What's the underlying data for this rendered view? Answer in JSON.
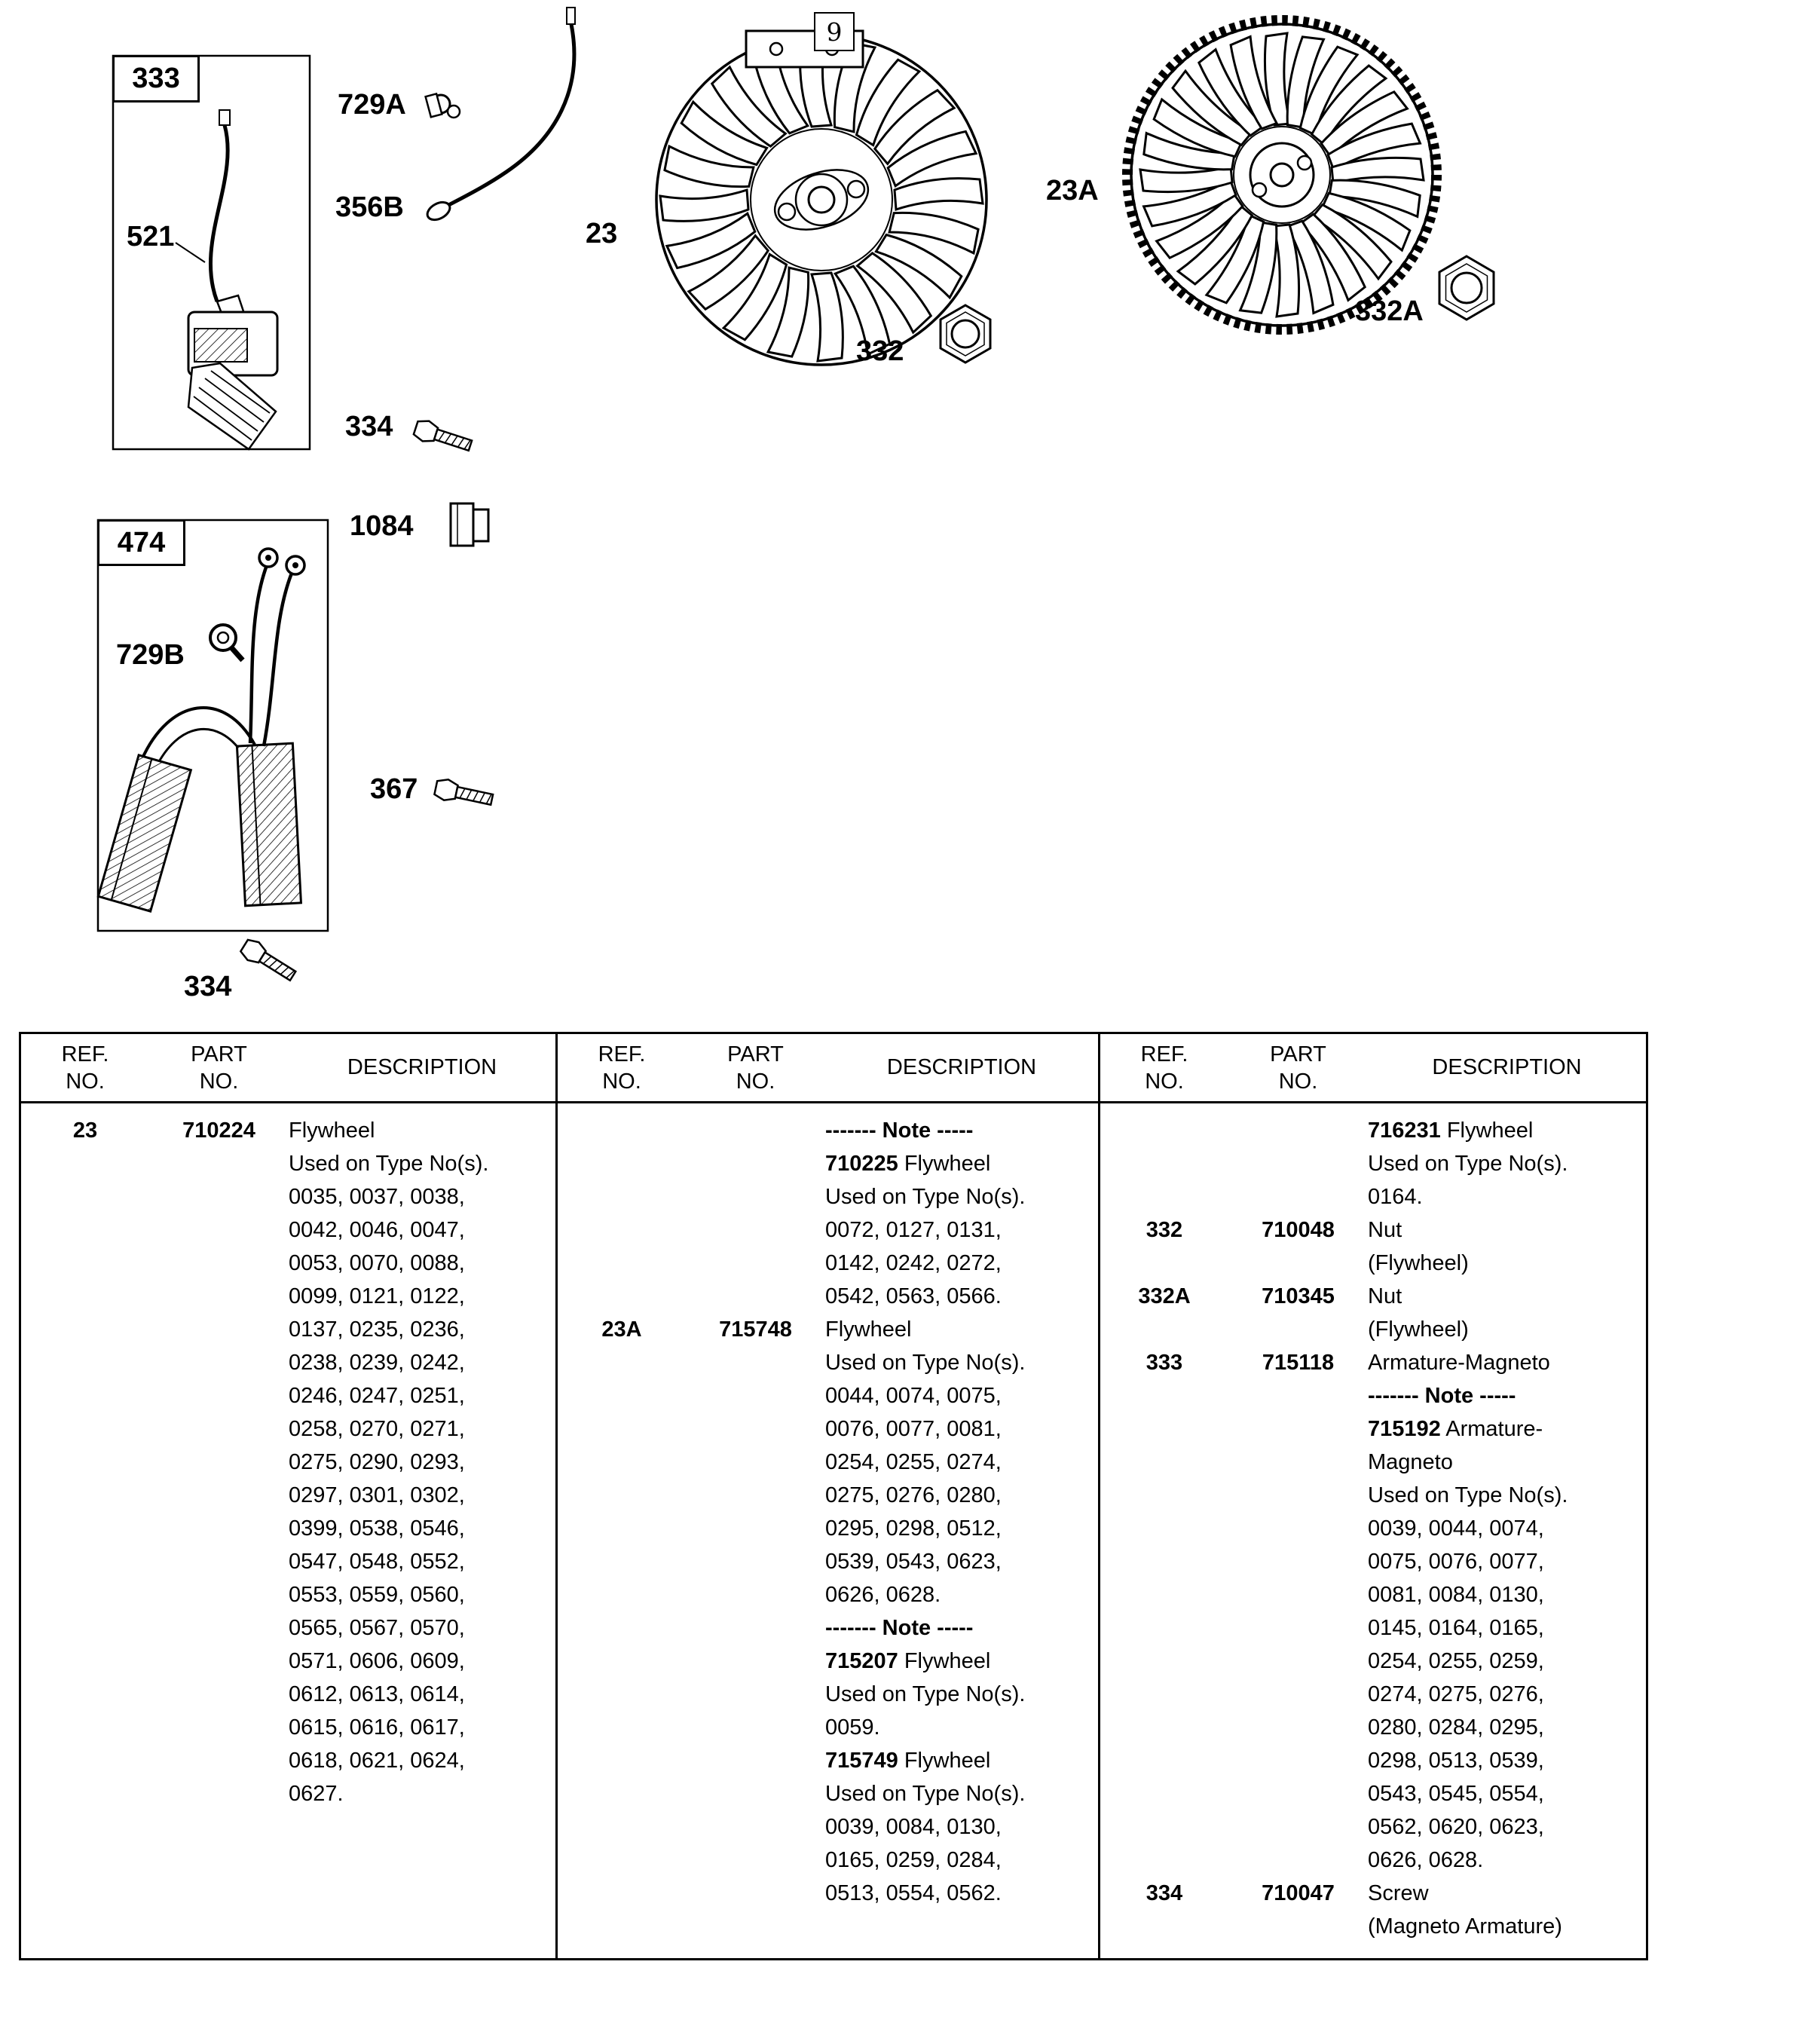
{
  "page": {
    "background": "#ffffff",
    "ink": "#000000"
  },
  "diagram": {
    "labels": {
      "box333": "333",
      "wire521": "521",
      "clamp729A": "729A",
      "wire356B": "356B",
      "flywheel23": "23",
      "callout9": "9",
      "flywheel23A": "23A",
      "nut332": "332",
      "nut332A": "332A",
      "screw334top": "334",
      "terminal1084": "1084",
      "box474": "474",
      "ring729B": "729B",
      "screw367": "367",
      "screw334bottom": "334"
    }
  },
  "table": {
    "header": {
      "ref1": "REF.",
      "ref2": "NO.",
      "part1": "PART",
      "part2": "NO.",
      "desc": "DESCRIPTION"
    },
    "columns": [
      {
        "entries": [
          {
            "ref": "23",
            "part": "710224",
            "lines": [
              [
                {
                  "t": "Flywheel"
                }
              ],
              [
                {
                  "t": "Used on Type No(s)."
                }
              ],
              [
                {
                  "t": "0035, 0037, 0038,"
                }
              ],
              [
                {
                  "t": "0042, 0046, 0047,"
                }
              ],
              [
                {
                  "t": "0053, 0070, 0088,"
                }
              ],
              [
                {
                  "t": "0099, 0121, 0122,"
                }
              ],
              [
                {
                  "t": "0137, 0235, 0236,"
                }
              ],
              [
                {
                  "t": "0238, 0239, 0242,"
                }
              ],
              [
                {
                  "t": "0246, 0247, 0251,"
                }
              ],
              [
                {
                  "t": "0258, 0270, 0271,"
                }
              ],
              [
                {
                  "t": "0275, 0290, 0293,"
                }
              ],
              [
                {
                  "t": "0297, 0301, 0302,"
                }
              ],
              [
                {
                  "t": "0399, 0538, 0546,"
                }
              ],
              [
                {
                  "t": "0547, 0548, 0552,"
                }
              ],
              [
                {
                  "t": "0553, 0559, 0560,"
                }
              ],
              [
                {
                  "t": "0565, 0567, 0570,"
                }
              ],
              [
                {
                  "t": "0571, 0606, 0609,"
                }
              ],
              [
                {
                  "t": "0612, 0613, 0614,"
                }
              ],
              [
                {
                  "t": "0615, 0616, 0617,"
                }
              ],
              [
                {
                  "t": "0618, 0621, 0624,"
                }
              ],
              [
                {
                  "t": "0627."
                }
              ]
            ]
          }
        ]
      },
      {
        "entries": [
          {
            "ref": "",
            "part": "",
            "lines": [
              [
                {
                  "t": "------- Note -----",
                  "b": true
                }
              ],
              [
                {
                  "t": "710225",
                  "b": true
                },
                {
                  "t": " Flywheel"
                }
              ],
              [
                {
                  "t": "Used on Type No(s)."
                }
              ],
              [
                {
                  "t": "0072, 0127, 0131,"
                }
              ],
              [
                {
                  "t": "0142, 0242, 0272,"
                }
              ],
              [
                {
                  "t": "0542, 0563, 0566."
                }
              ]
            ]
          },
          {
            "ref": "23A",
            "part": "715748",
            "lines": [
              [
                {
                  "t": "Flywheel"
                }
              ],
              [
                {
                  "t": "Used on Type No(s)."
                }
              ],
              [
                {
                  "t": "0044, 0074, 0075,"
                }
              ],
              [
                {
                  "t": "0076, 0077, 0081,"
                }
              ],
              [
                {
                  "t": "0254, 0255, 0274,"
                }
              ],
              [
                {
                  "t": "0275, 0276, 0280,"
                }
              ],
              [
                {
                  "t": "0295, 0298, 0512,"
                }
              ],
              [
                {
                  "t": "0539, 0543, 0623,"
                }
              ],
              [
                {
                  "t": "0626, 0628."
                }
              ],
              [
                {
                  "t": "------- Note -----",
                  "b": true
                }
              ],
              [
                {
                  "t": "715207",
                  "b": true
                },
                {
                  "t": " Flywheel"
                }
              ],
              [
                {
                  "t": "Used on Type No(s)."
                }
              ],
              [
                {
                  "t": "0059."
                }
              ],
              [
                {
                  "t": "715749",
                  "b": true
                },
                {
                  "t": " Flywheel"
                }
              ],
              [
                {
                  "t": "Used on Type No(s)."
                }
              ],
              [
                {
                  "t": "0039, 0084, 0130,"
                }
              ],
              [
                {
                  "t": "0165, 0259, 0284,"
                }
              ],
              [
                {
                  "t": "0513, 0554, 0562."
                }
              ]
            ]
          }
        ]
      },
      {
        "entries": [
          {
            "ref": "",
            "part": "",
            "lines": [
              [
                {
                  "t": "716231",
                  "b": true
                },
                {
                  "t": " Flywheel"
                }
              ],
              [
                {
                  "t": "Used on Type No(s)."
                }
              ],
              [
                {
                  "t": "0164."
                }
              ]
            ]
          },
          {
            "ref": "332",
            "part": "710048",
            "lines": [
              [
                {
                  "t": "Nut"
                }
              ],
              [
                {
                  "t": "(Flywheel)"
                }
              ]
            ]
          },
          {
            "ref": "332A",
            "part": "710345",
            "lines": [
              [
                {
                  "t": "Nut"
                }
              ],
              [
                {
                  "t": "(Flywheel)"
                }
              ]
            ]
          },
          {
            "ref": "333",
            "part": "715118",
            "lines": [
              [
                {
                  "t": "Armature-Magneto"
                }
              ],
              [
                {
                  "t": "------- Note -----",
                  "b": true
                }
              ],
              [
                {
                  "t": "715192",
                  "b": true
                },
                {
                  "t": " Armature-"
                }
              ],
              [
                {
                  "t": "Magneto"
                }
              ],
              [
                {
                  "t": "Used on Type No(s)."
                }
              ],
              [
                {
                  "t": "0039, 0044, 0074,"
                }
              ],
              [
                {
                  "t": "0075, 0076, 0077,"
                }
              ],
              [
                {
                  "t": "0081, 0084, 0130,"
                }
              ],
              [
                {
                  "t": "0145, 0164, 0165,"
                }
              ],
              [
                {
                  "t": "0254, 0255, 0259,"
                }
              ],
              [
                {
                  "t": "0274, 0275, 0276,"
                }
              ],
              [
                {
                  "t": "0280, 0284, 0295,"
                }
              ],
              [
                {
                  "t": "0298, 0513, 0539,"
                }
              ],
              [
                {
                  "t": "0543, 0545, 0554,"
                }
              ],
              [
                {
                  "t": "0562, 0620, 0623,"
                }
              ],
              [
                {
                  "t": "0626, 0628."
                }
              ]
            ]
          },
          {
            "ref": "334",
            "part": "710047",
            "lines": [
              [
                {
                  "t": "Screw"
                }
              ],
              [
                {
                  "t": "(Magneto Armature)"
                }
              ]
            ]
          }
        ]
      }
    ]
  }
}
